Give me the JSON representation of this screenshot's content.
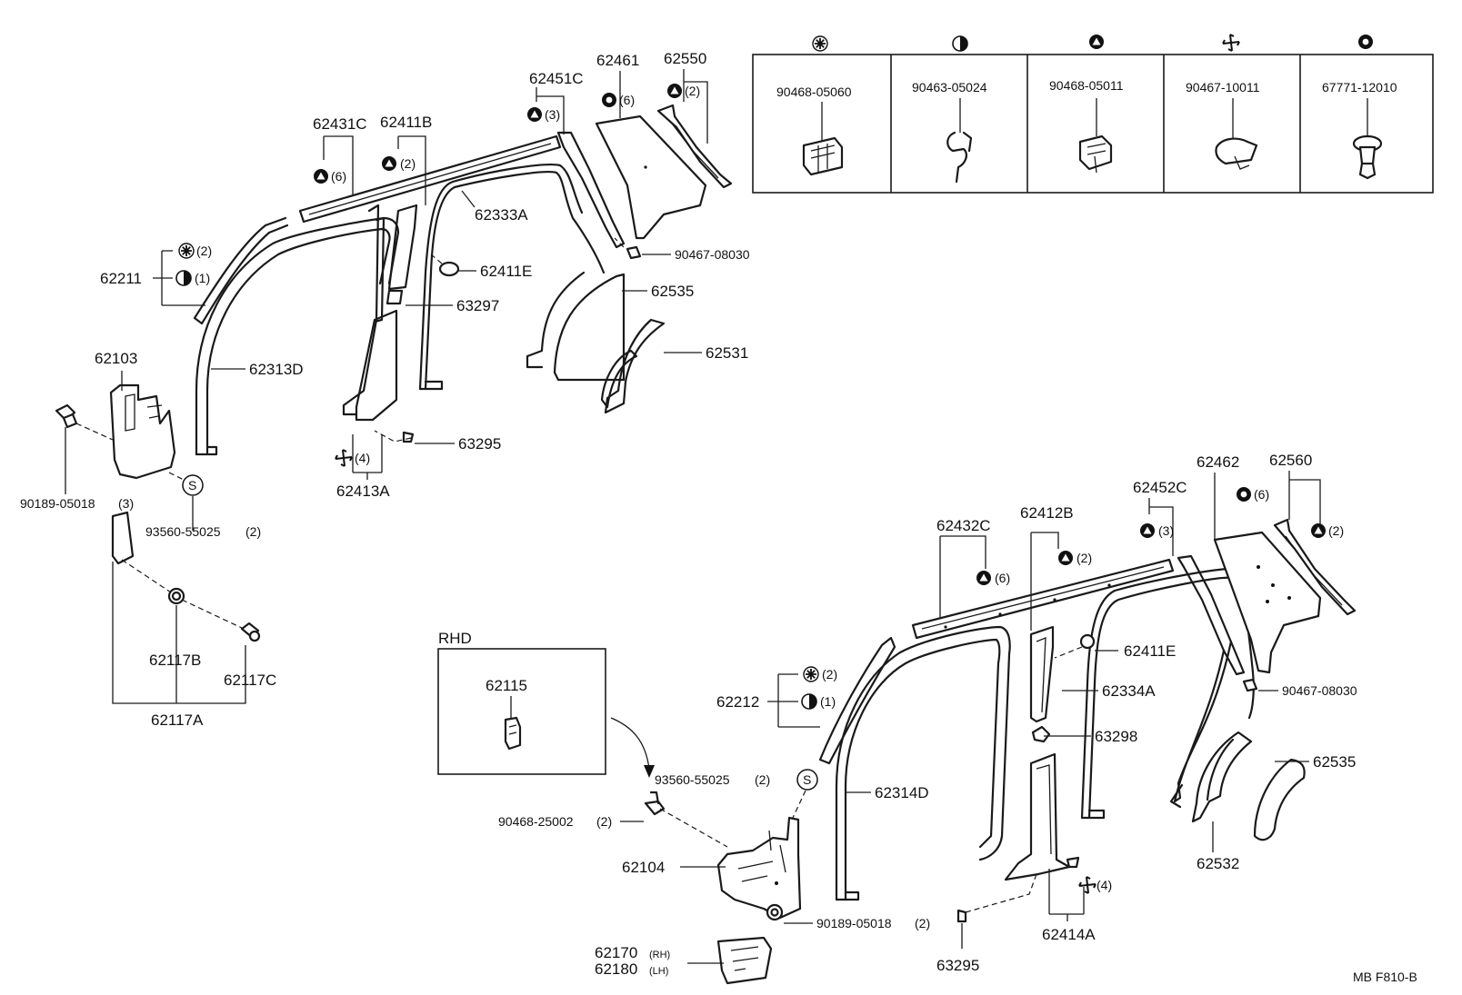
{
  "legend": {
    "columns": [
      {
        "symbol": "star-clip-icon",
        "part_no": "90468-05060"
      },
      {
        "symbol": "half-circle-clip-icon",
        "part_no": "90463-05024"
      },
      {
        "symbol": "triangle-clip-icon",
        "part_no": "90468-05011"
      },
      {
        "symbol": "pinwheel-clip-icon",
        "part_no": "90467-10011"
      },
      {
        "symbol": "ring-clip-icon",
        "part_no": "67771-12010"
      }
    ]
  },
  "labels": {
    "p62451C": "62451C",
    "q3a": "(3)",
    "p62461": "62461",
    "q6a": "(6)",
    "p62550": "62550",
    "q2a": "(2)",
    "p62431C": "62431C",
    "q6b": "(6)",
    "p62411B": "62411B",
    "q2b": "(2)",
    "p62333A": "62333A",
    "p90467_08030a": "90467-08030",
    "p62211": "62211",
    "q2c": "(2)",
    "q1a": "(1)",
    "p62411E_a": "62411E",
    "p63297": "63297",
    "p62535_a": "62535",
    "p62531": "62531",
    "p62103": "62103",
    "p62313D": "62313D",
    "p63295_a": "63295",
    "q4a": "(4)",
    "p62413A": "62413A",
    "p90189_05018a": "90189-05018",
    "q3b": "(3)",
    "p93560_55025a": "93560-55025",
    "q2d": "(2)",
    "p62117B": "62117B",
    "p62117C": "62117C",
    "p62117A": "62117A",
    "rhd": "RHD",
    "p62115": "62115",
    "p62462": "62462",
    "q6c": "(6)",
    "p62560": "62560",
    "q2e": "(2)",
    "p62452C": "62452C",
    "q3c": "(3)",
    "p62432C": "62432C",
    "q6d": "(6)",
    "p62412B": "62412B",
    "q2f": "(2)",
    "p62411E_b": "62411E",
    "p62334A": "62334A",
    "p90467_08030b": "90467-08030",
    "p62212": "62212",
    "q2g": "(2)",
    "q1b": "(1)",
    "p63298": "63298",
    "p62535_b": "62535",
    "p93560_55025b": "93560-55025",
    "q2h": "(2)",
    "p62314D": "62314D",
    "p90468_25002": "90468-25002",
    "q2i": "(2)",
    "p62104": "62104",
    "p62532": "62532",
    "q4b": "(4)",
    "p90189_05018b": "90189-05018",
    "q2j": "(2)",
    "p62414A": "62414A",
    "p62170": "62170",
    "rh": "(RH)",
    "p62180": "62180",
    "lh": "(LH)",
    "p63295_b": "63295",
    "s_mark": "S",
    "footer": "MB  F810-B"
  }
}
